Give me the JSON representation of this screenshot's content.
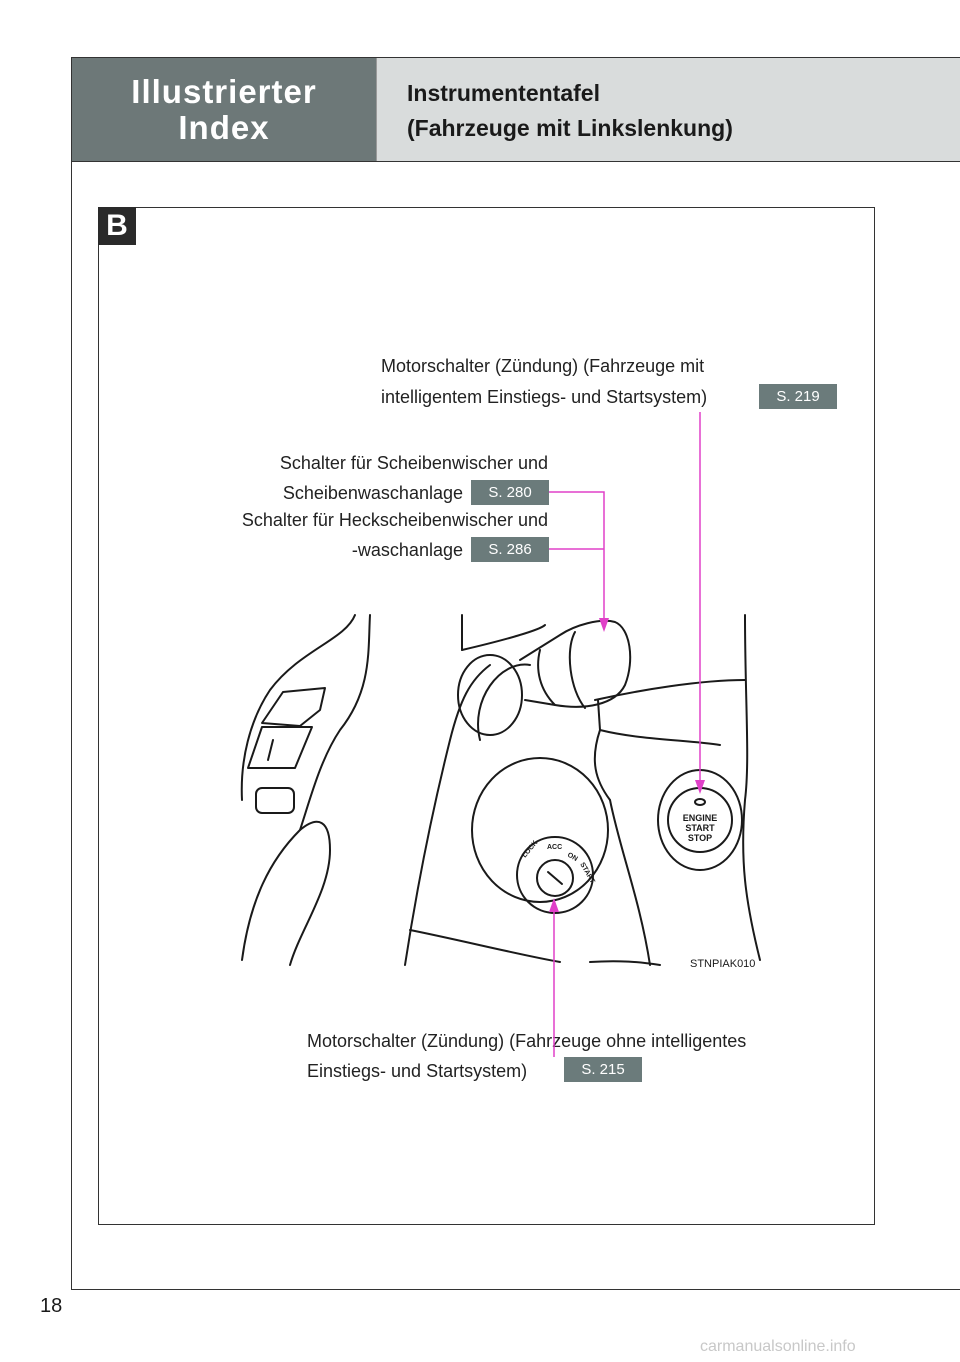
{
  "header": {
    "section_title_line1": "Illustrierter",
    "section_title_line2": "Index",
    "topic_line1": "Instrumententafel",
    "topic_line2": "(Fahrzeuge mit Linkslenkung)"
  },
  "section_badge": "B",
  "callouts": {
    "engine_switch_smart": {
      "line1": "Motorschalter (Zündung) (Fahrzeuge mit",
      "line2": "intelligentem Einstiegs- und Startsystem)",
      "ref": "S. 219"
    },
    "wiper_switch": {
      "line1": "Schalter für Scheibenwischer und",
      "line2": "Scheibenwaschanlage",
      "ref": "S. 280"
    },
    "rear_wiper_switch": {
      "line1": "Schalter für Heckscheibenwischer und",
      "line2": "-waschanlage",
      "ref": "S. 286"
    },
    "engine_switch_key": {
      "line1": "Motorschalter (Zündung) (Fahrzeuge ohne intelligentes",
      "line2": "Einstiegs- und Startsystem)",
      "ref": "S. 215"
    }
  },
  "illustration": {
    "code": "STNPIAK010",
    "button_text": [
      "ENGINE",
      "START",
      "STOP"
    ],
    "key_positions": [
      "LOCK",
      "ACC",
      "ON",
      "START"
    ]
  },
  "accent_color": "#e040c8",
  "page_number": "18",
  "watermark": "carmanualsonline.info"
}
